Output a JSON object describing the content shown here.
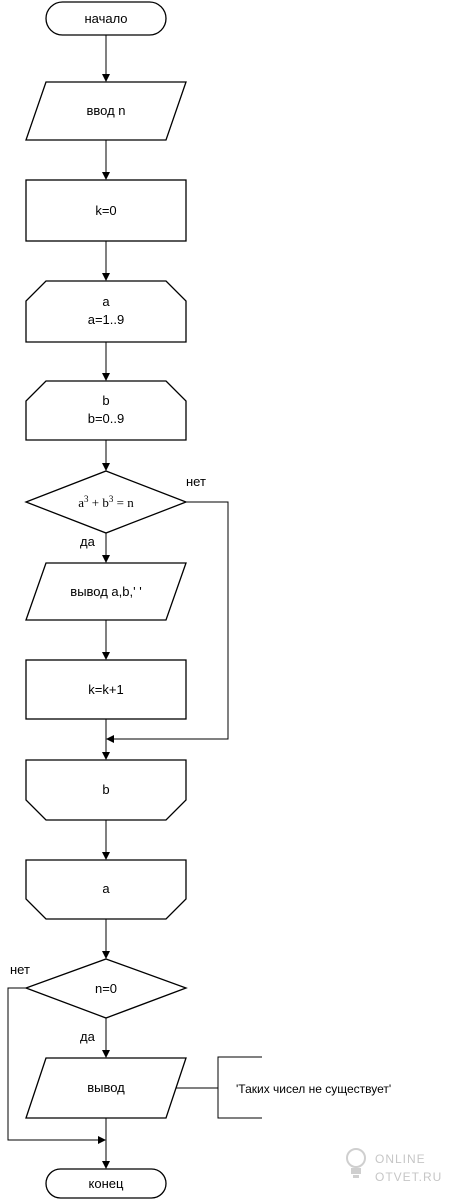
{
  "flowchart": {
    "start": "начало",
    "input": "ввод n",
    "init": "k=0",
    "loop_a": {
      "var": "a",
      "range": "a=1..9"
    },
    "loop_b": {
      "var": "b",
      "range": "b=0..9"
    },
    "condition": {
      "a": "a",
      "b": "b",
      "exp": "3",
      "rest": " = n"
    },
    "cond_yes": "да",
    "cond_no": "нет",
    "output_ab": "вывод a,b,' '",
    "increment": "k=k+1",
    "loop_b_end": "b",
    "loop_a_end": "a",
    "check_n": "n=0",
    "check_yes": "да",
    "check_no": "нет",
    "output": "вывод",
    "comment": "'Таких чисел не существует'",
    "end": "конец"
  },
  "watermark": {
    "line1": "ONLINE",
    "line2": "OTVET.RU"
  }
}
